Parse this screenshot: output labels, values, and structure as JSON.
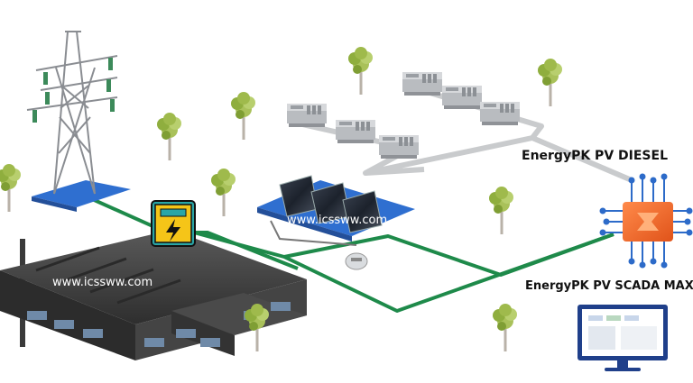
{
  "labels": {
    "diesel": "EnergyPK PV DIESEL",
    "scada": "EnergyPK PV SCADA MAX"
  },
  "watermarks": {
    "solar": "www.icssww.com",
    "factory": "www.icssww.com"
  },
  "colors": {
    "grid_line": "#1e8a4a",
    "diesel_line": "#c9cbcd",
    "platform_blue": "#2f6fd0",
    "controller_orange": "#f06a2a",
    "meter_yellow": "#f5c518",
    "meter_teal": "#2aa6a6"
  },
  "icons": [
    "transmission-tower-icon",
    "electric-meter-icon",
    "solar-panel-icon",
    "diesel-generator-icon",
    "controller-chip-icon",
    "monitor-icon",
    "factory-icon",
    "tree-icon"
  ]
}
